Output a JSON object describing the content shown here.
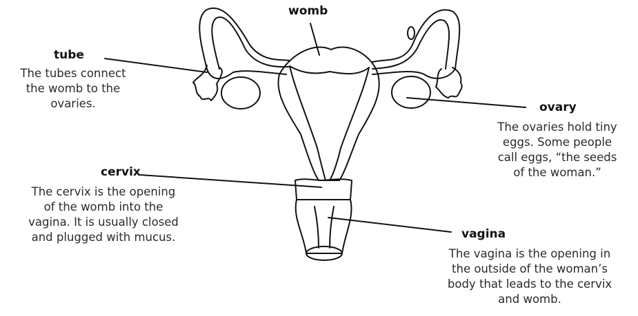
{
  "labels": {
    "womb": {
      "title": "womb"
    },
    "tube": {
      "title": "tube",
      "text": "The tubes connect\nthe womb to the\novaries."
    },
    "ovary": {
      "title": "ovary",
      "text": "The ovaries hold tiny\neggs. Some people\ncall eggs, “the seeds\nof the woman.”"
    },
    "cervix": {
      "title": "cervix",
      "text": "The cervix is the opening\nof the womb into the\nvagina. It is usually closed\nand plugged with mucus."
    },
    "vagina": {
      "title": "vagina",
      "text": "The vagina is the opening in\nthe outside of the woman’s\nbody that leads to the cervix\nand womb."
    }
  },
  "colors": {
    "line": "#111111",
    "text": "#2a2a2a"
  }
}
